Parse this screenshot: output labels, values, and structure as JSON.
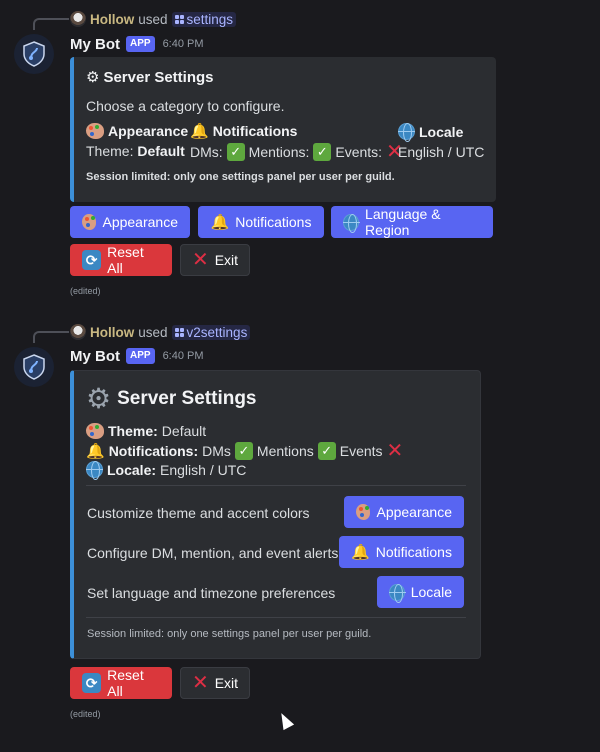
{
  "messages": [
    {
      "reply": {
        "user": "Hollow",
        "used": "used",
        "command": "settings"
      },
      "bot": {
        "name": "My Bot",
        "tag": "APP",
        "time": "6:40 PM"
      },
      "embed": {
        "title": "Server Settings",
        "description": "Choose a category to configure.",
        "fields": [
          {
            "name": "Appearance",
            "icon": "palette-icon",
            "value_label": "Theme:",
            "value": "Default"
          },
          {
            "name": "Notifications",
            "icon": "bell-icon",
            "dms": "DMs:",
            "mentions": "Mentions:",
            "events": "Events:"
          },
          {
            "name": "Locale",
            "icon": "globe-icon",
            "value": "English / UTC"
          }
        ],
        "footer": "Session limited: only one settings panel per user per guild."
      },
      "buttons_row1": [
        "Appearance",
        "Notifications",
        "Language & Region"
      ],
      "buttons_row2": [
        "Reset All",
        "Exit"
      ],
      "edited": "(edited)"
    },
    {
      "reply": {
        "user": "Hollow",
        "used": "used",
        "command": "v2settings"
      },
      "bot": {
        "name": "My Bot",
        "tag": "APP",
        "time": "6:40 PM"
      },
      "container": {
        "title": "Server Settings",
        "theme_label": "Theme:",
        "theme_value": "Default",
        "notif_label": "Notifications:",
        "notif_dms": "DMs",
        "notif_mentions": "Mentions",
        "notif_events": "Events",
        "locale_label": "Locale:",
        "locale_value": "English / UTC",
        "sections": [
          {
            "text": "Customize theme and accent colors",
            "button": "Appearance",
            "icon": "palette-icon"
          },
          {
            "text": "Configure DM, mention, and event alerts",
            "button": "Notifications",
            "icon": "bell-icon"
          },
          {
            "text": "Set language and timezone preferences",
            "button": "Locale",
            "icon": "globe-icon"
          }
        ],
        "footer": "Session limited: only one settings panel per user per guild."
      },
      "buttons": [
        "Reset All",
        "Exit"
      ],
      "edited": "(edited)"
    }
  ],
  "colors": {
    "background": "#1a1a1e",
    "embed_bg": "#2b2d31",
    "accent_bar": "#3c8fd8",
    "primary": "#5865f2",
    "danger": "#da373c",
    "reply_user": "#c9b882"
  }
}
